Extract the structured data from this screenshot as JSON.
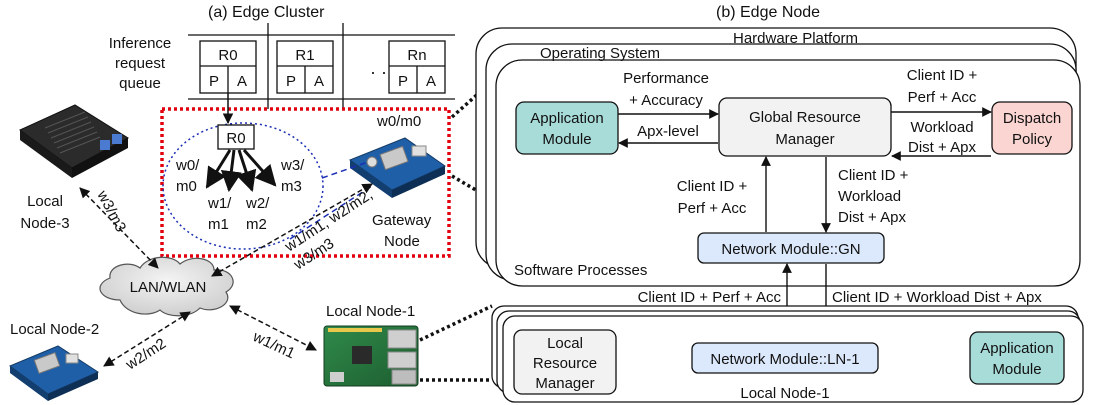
{
  "panel_a": {
    "title": "(a)  Edge Cluster",
    "queue_label": [
      "Inference",
      "request",
      "queue"
    ],
    "requests": [
      {
        "name": "R0",
        "p": "P",
        "a": "A"
      },
      {
        "name": "R1",
        "p": "P",
        "a": "A"
      },
      {
        "name": "Rn",
        "p": "P",
        "a": "A"
      }
    ],
    "ellipsis": "· · ·",
    "dispatch_root": "R0",
    "workloads": [
      {
        "line1": "w0/",
        "line2": "m0"
      },
      {
        "line1": "w1/",
        "line2": "m1"
      },
      {
        "line1": "w2/",
        "line2": "m2"
      },
      {
        "line1": "w3/",
        "line2": "m3"
      }
    ],
    "gateway_tag": "w0/m0",
    "gateway_label": [
      "Gateway",
      "Node"
    ],
    "local3_label": [
      "Local",
      "Node-3"
    ],
    "local2_label": "Local Node-2",
    "local1_label": "Local Node-1",
    "network": "LAN/WLAN",
    "link_w3": "w3/m3",
    "link_gw": [
      "w1/m1, w2/m2,",
      "w3/m3"
    ],
    "link_w2": "w2/m2",
    "link_w1": "w1/m1"
  },
  "panel_b": {
    "title": "(b)  Edge Node",
    "layers": {
      "hardware": "Hardware Platform",
      "os": "Operating System",
      "software": "Software Processes"
    },
    "app_module": [
      "Application",
      "Module"
    ],
    "grm": [
      "Global Resource",
      "Manager"
    ],
    "dispatch": [
      "Dispatch",
      "Policy"
    ],
    "perf_acc": [
      "Performance",
      "+ Accuracy"
    ],
    "apx_level": "Apx-level",
    "client_perf_acc_top": [
      "Client ID +",
      "Perf + Acc"
    ],
    "workload_dist": [
      "Workload",
      "Dist + Apx"
    ],
    "client_perf_acc_up": [
      "Client ID +",
      "Perf + Acc"
    ],
    "client_workload_down": [
      "Client ID +",
      "Workload",
      "Dist + Apx"
    ],
    "net_gn": "Network Module::GN",
    "link_up": "Client ID + Perf + Acc",
    "link_down": "Client ID + Workload Dist + Apx",
    "lrm": [
      "Local",
      "Resource",
      "Manager"
    ],
    "net_ln1": "Network Module::LN-1",
    "app_module_ln": [
      "Application",
      "Module"
    ],
    "local_node_1": "Local Node-1"
  },
  "colors": {
    "app_module": "#a8dcd9",
    "dispatch": "#fbd5d2",
    "grm": "#f2f2f2",
    "network_module": "#dce8fb",
    "cluster_border": "#e3000f",
    "ellipse_border": "#1b2fb5"
  }
}
